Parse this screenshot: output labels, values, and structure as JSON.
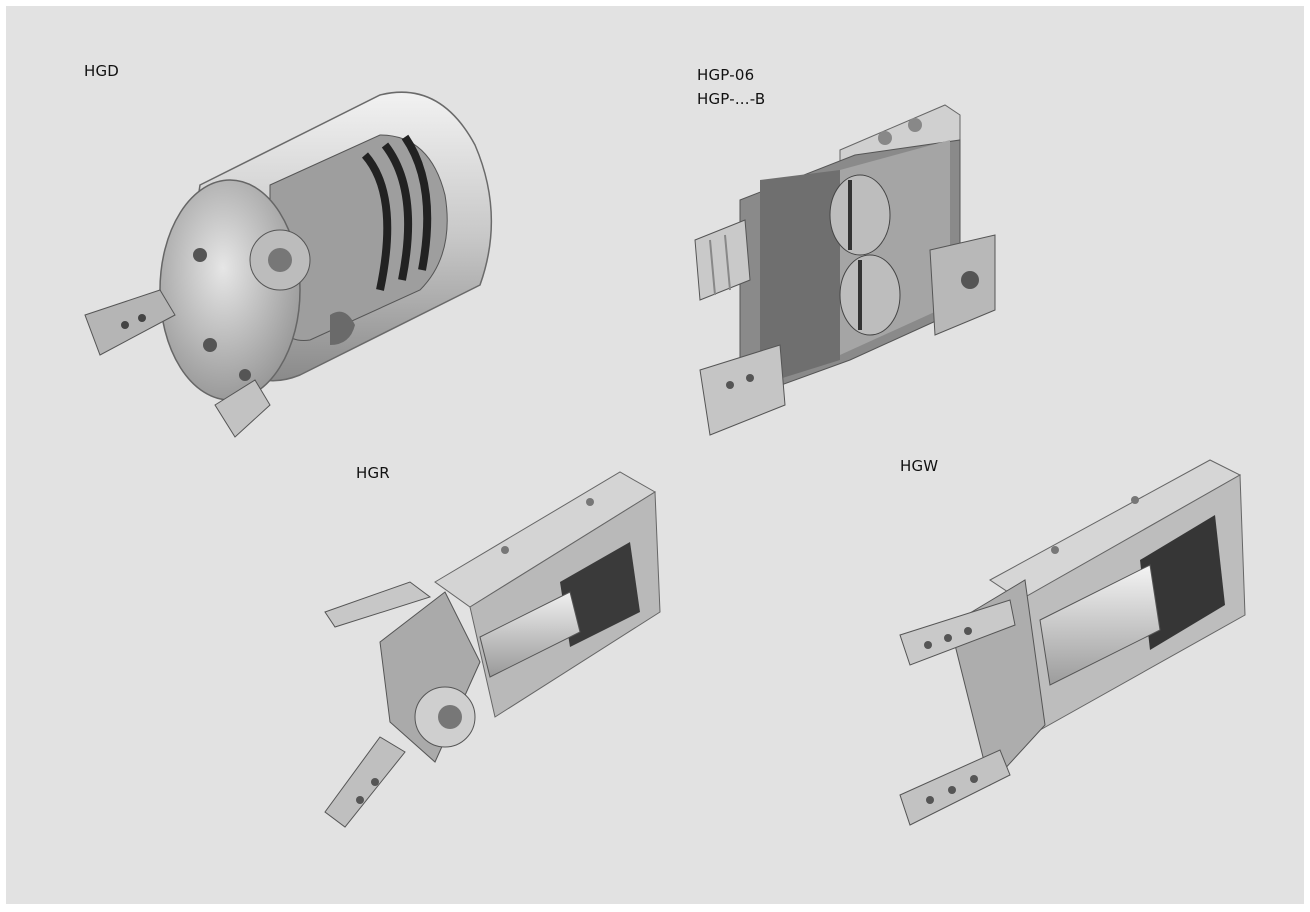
{
  "labels": {
    "hgd": "HGD",
    "hgp_line1": "HGP-06",
    "hgp_line2": "HGP-...-B",
    "hgr": "HGR",
    "hgw": "HGW"
  },
  "figures": [
    {
      "name": "hgd-gripper-cutaway-image",
      "icon": "three-jaw-gripper"
    },
    {
      "name": "hgp-gripper-cutaway-image",
      "icon": "parallel-gripper"
    },
    {
      "name": "hgr-gripper-cutaway-image",
      "icon": "radial-gripper"
    },
    {
      "name": "hgw-gripper-cutaway-image",
      "icon": "angle-gripper"
    }
  ],
  "colors": {
    "background": "#e2e2e2",
    "metal_light": "#d8d8d8",
    "metal_mid": "#a9a9a9",
    "metal_dark": "#5a5a5a",
    "seal": "#2a2a2a"
  }
}
